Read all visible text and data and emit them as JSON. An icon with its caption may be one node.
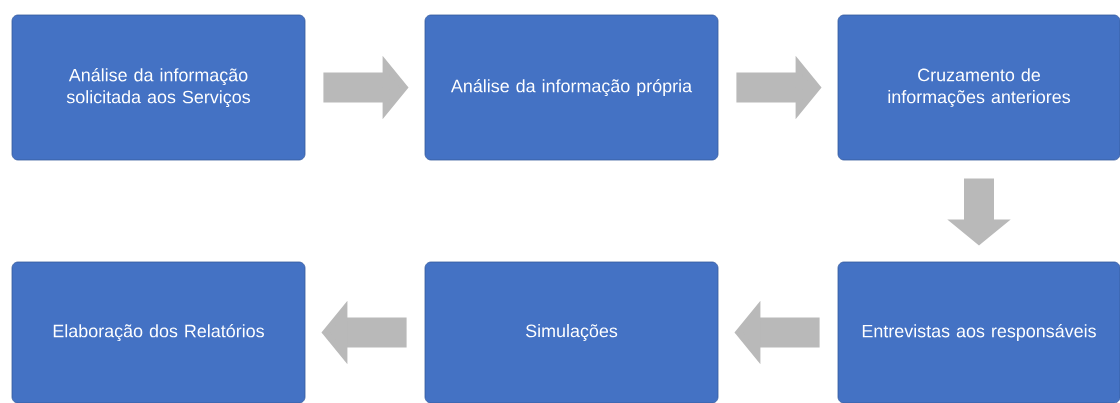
{
  "diagram": {
    "nodes": [
      {
        "text": [
          "Análise da informação solicitada aos Serviços"
        ]
      },
      {
        "text": [
          "Análise da informação própria"
        ]
      },
      {
        "text": [
          "Cruzamento de informações anteriores"
        ]
      },
      {
        "text": [
          "Entrevistas aos responsáveis"
        ]
      },
      {
        "text": [
          "Simulações"
        ]
      },
      {
        "text": [
          "Elaboração dos Relatórios"
        ]
      }
    ],
    "edges": [
      {
        "from": 0,
        "to": 1,
        "arrow": "to"
      },
      {
        "from": 1,
        "to": 2,
        "arrow": "to"
      },
      {
        "from": 2,
        "to": 3,
        "arrow": "to"
      },
      {
        "from": 3,
        "to": 4,
        "arrow": "to"
      },
      {
        "from": 4,
        "to": 5,
        "arrow": "to"
      }
    ]
  }
}
